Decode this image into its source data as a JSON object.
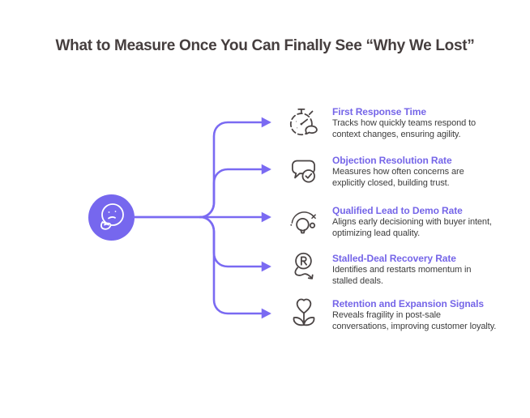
{
  "title": "What to Measure Once You Can Finally See “Why We Lost”",
  "center_node": {
    "icon": "thinking-face-icon"
  },
  "items": [
    {
      "icon": "stopwatch-icon",
      "title": "First Response Time",
      "description": "Tracks how quickly teams respond to context changes, ensuring agility."
    },
    {
      "icon": "speech-bubble-check-icon",
      "title": "Objection Resolution Rate",
      "description": "Measures how often concerns are explicitly closed, building trust."
    },
    {
      "icon": "lightbulb-icon",
      "title": "Qualified Lead to Demo Rate",
      "description": "Aligns early decisioning with buyer intent, optimizing lead quality."
    },
    {
      "icon": "recovery-arrow-icon",
      "title": "Stalled-Deal Recovery Rate",
      "description": "Identifies and restarts momentum in stalled deals."
    },
    {
      "icon": "heart-plant-icon",
      "title": "Retention and Expansion Signals",
      "description": "Reveals fragility in post-sale conversations, improving customer loyalty."
    }
  ],
  "colors": {
    "accent_heading": "#7565E8",
    "connector_line": "#7A6AF2",
    "center_circle": "#7667EE",
    "title_text": "#453E3E",
    "description_text": "#3D3D3D",
    "icon_stroke": "#4A4444",
    "background": "#FFFFFF"
  }
}
